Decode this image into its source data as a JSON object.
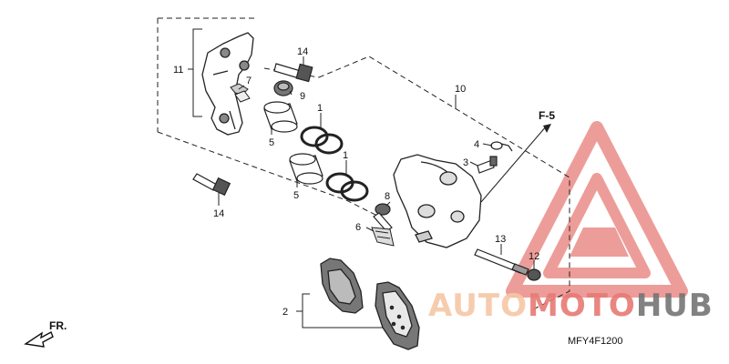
{
  "diagram": {
    "callouts": [
      "14",
      "11",
      "7",
      "9",
      "10",
      "1",
      "5",
      "1",
      "5",
      "F-5",
      "4",
      "3",
      "8",
      "6",
      "14",
      "13",
      "12",
      "2"
    ],
    "direction_label": "FR.",
    "figure_code": "MFY4F1200"
  },
  "watermark": {
    "part1": "AUTO",
    "part2": "MOTO",
    "part3": "HUB",
    "color_light": "#f6c7a6",
    "color_red": "#e77a74",
    "color_gray": "#757575"
  }
}
